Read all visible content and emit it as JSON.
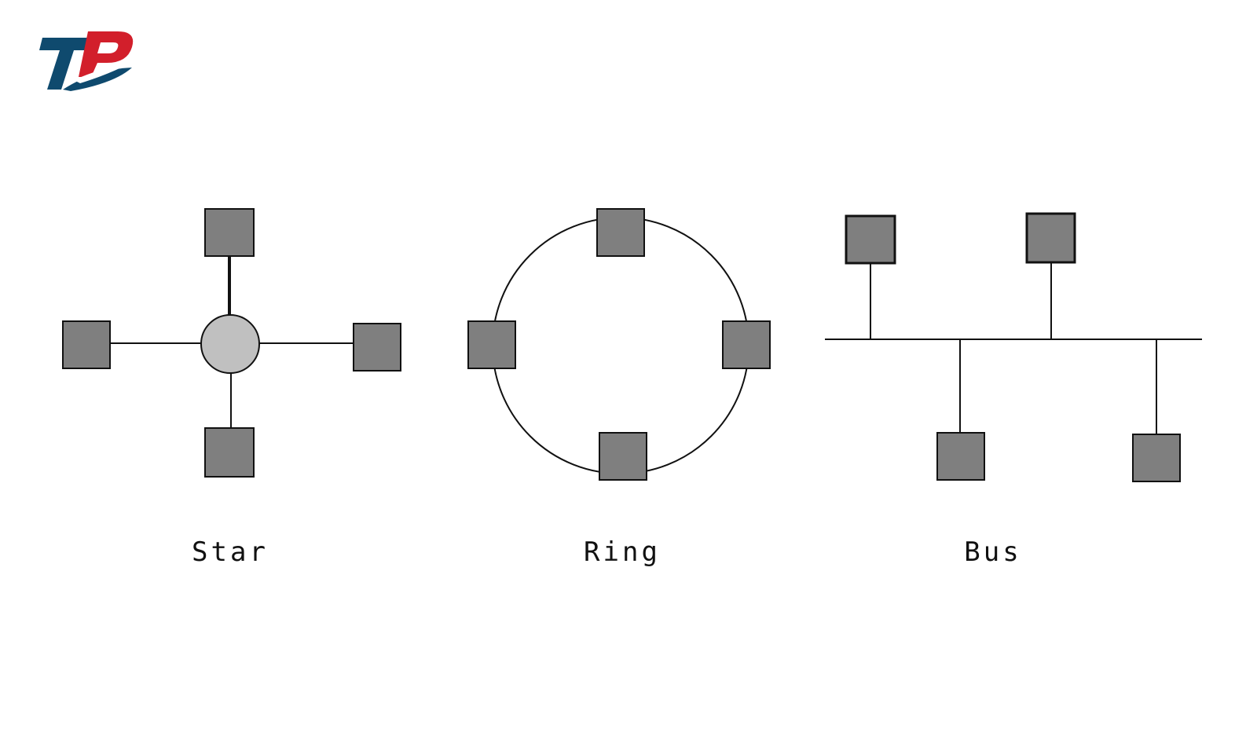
{
  "logo": {
    "text": "TP",
    "colors": {
      "primary": "#0f4a6e",
      "accent": "#d21f2b"
    }
  },
  "diagrams": [
    {
      "id": "star",
      "label": "Star",
      "nodes": 4,
      "hub": true
    },
    {
      "id": "ring",
      "label": "Ring",
      "nodes": 4
    },
    {
      "id": "bus",
      "label": "Bus",
      "nodes": 4
    }
  ],
  "colors": {
    "node_fill": "#7f7f7f",
    "hub_fill": "#c0c0c0",
    "line": "#111111",
    "background": "#ffffff"
  }
}
